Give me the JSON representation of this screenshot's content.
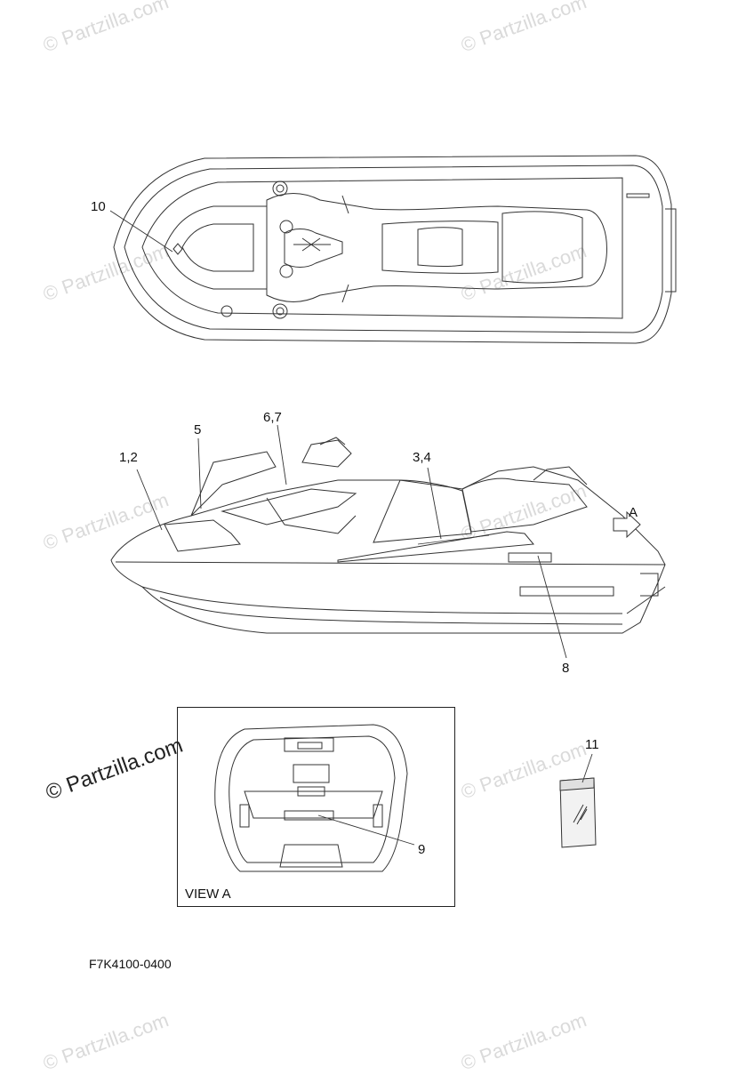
{
  "watermark": {
    "text": "© Partzilla.com",
    "main_text": "© Partzilla.com"
  },
  "callouts": {
    "c10": "10",
    "c5": "5",
    "c67": "6,7",
    "c12": "1,2",
    "c34": "3,4",
    "cA": "A",
    "c8": "8",
    "c11": "11",
    "c9": "9"
  },
  "view_label": "VIEW A",
  "diagram_code": "F7K4100-0400",
  "colors": {
    "line": "#333333",
    "watermark": "#dadada"
  }
}
